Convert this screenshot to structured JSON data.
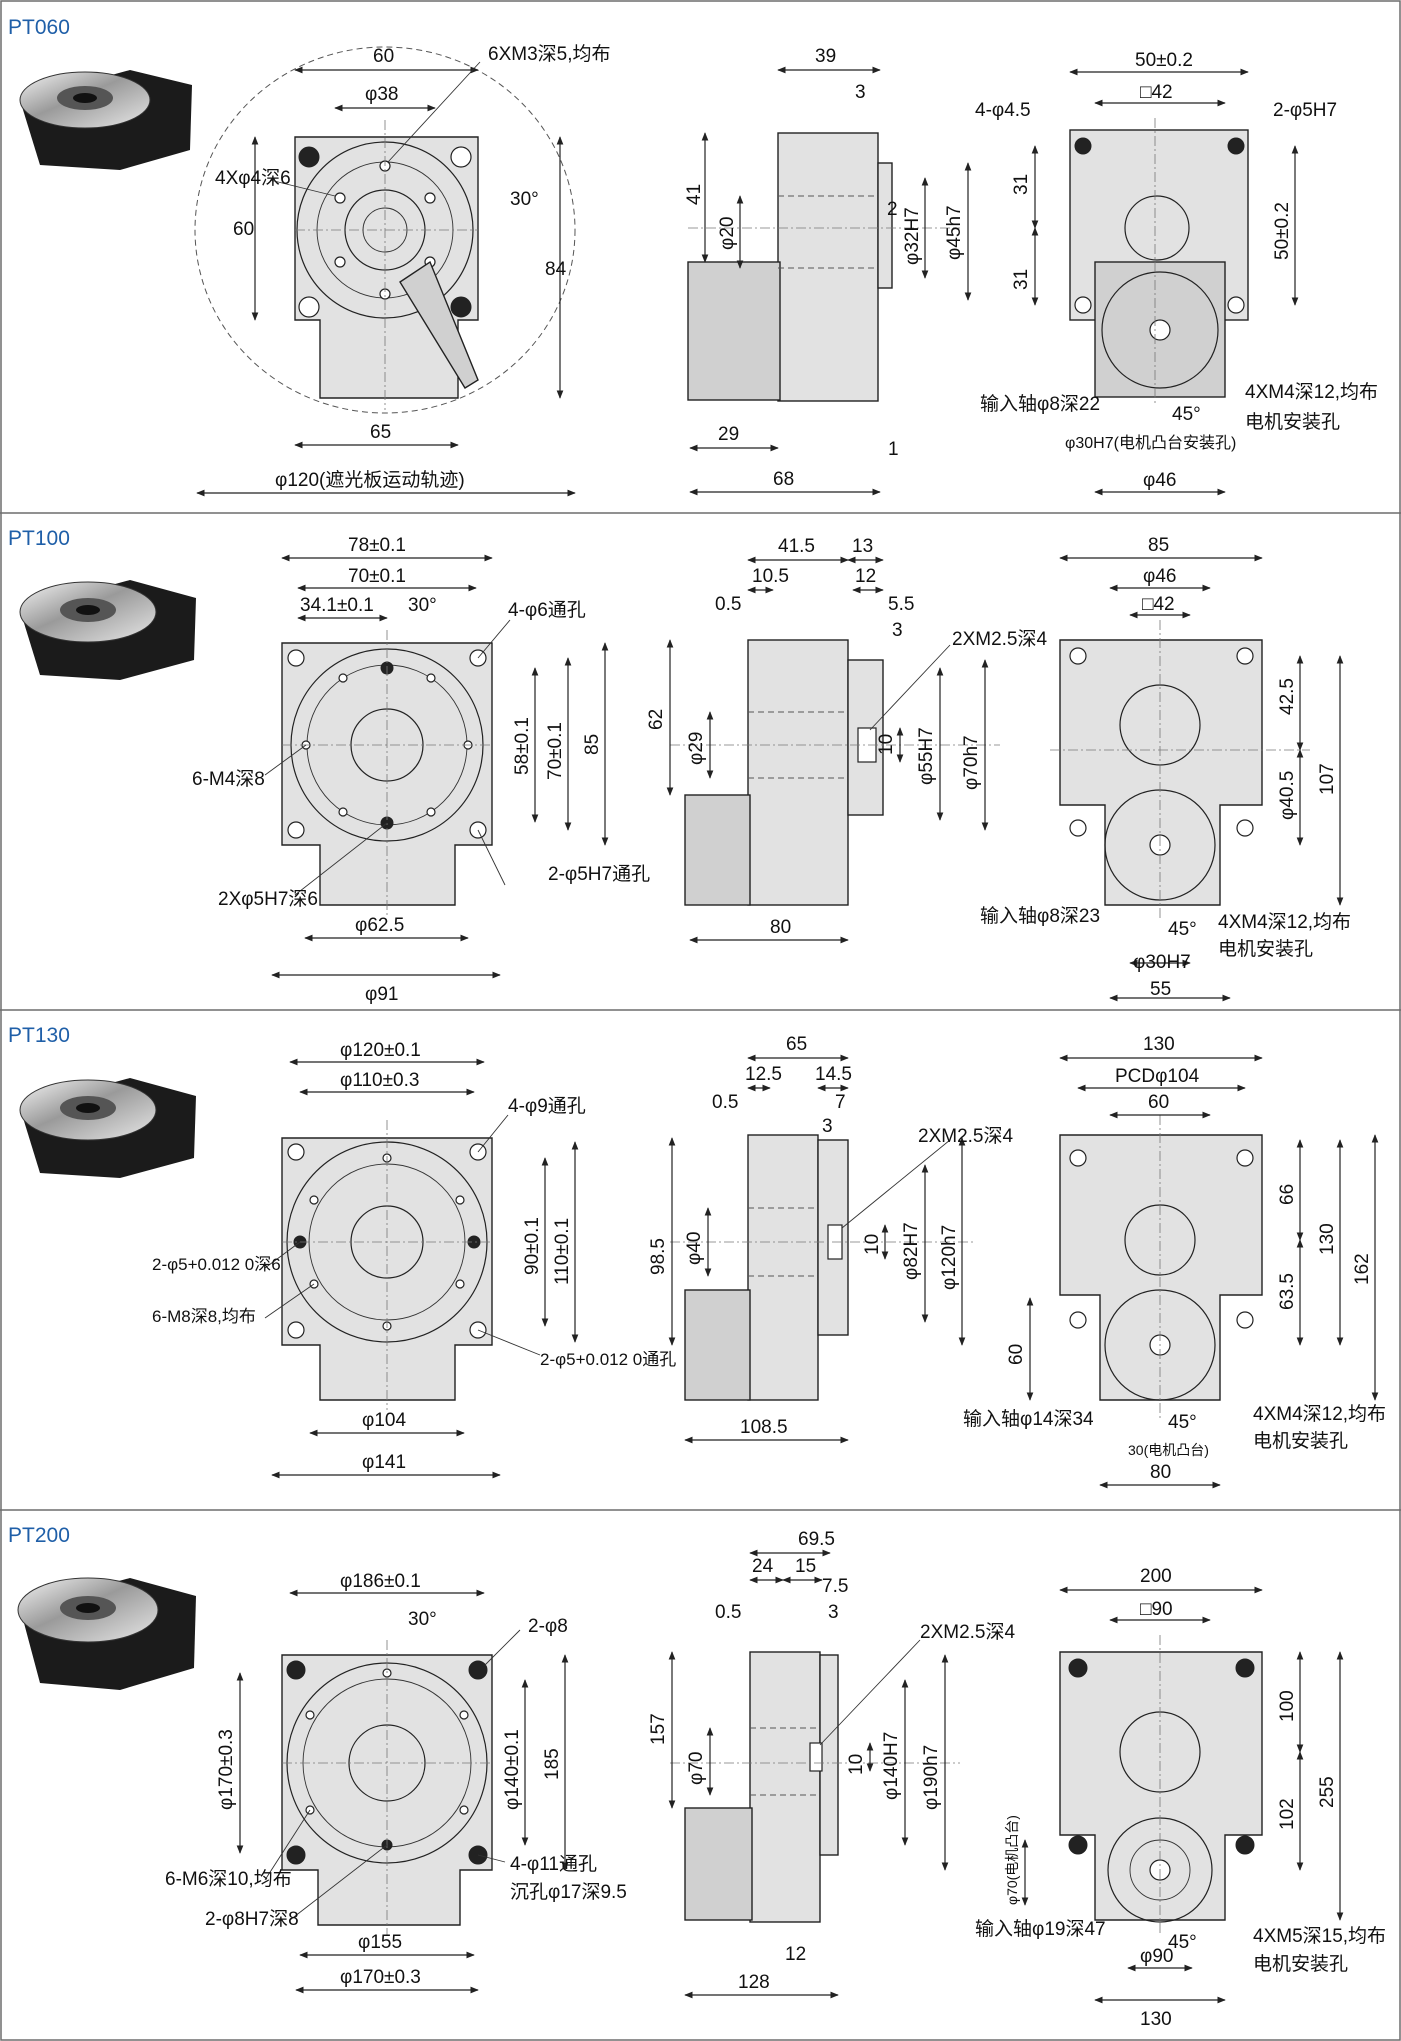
{
  "colors": {
    "title": "#1f5fa8",
    "part": "#e2e2e2",
    "line": "#222222",
    "separator": "#6d6d6d"
  },
  "sections": [
    {
      "title": "PT060",
      "front": {
        "labels": [
          "60",
          "φ38",
          "6XM3深5,均布",
          "4Xφ4深6",
          "30°",
          "60",
          "84",
          "65",
          "φ120(遮光板运动轨迹)"
        ]
      },
      "side": {
        "labels": [
          "39",
          "3",
          "41",
          "φ20",
          "2",
          "φ32H7",
          "φ45h7",
          "29",
          "1",
          "68"
        ]
      },
      "back": {
        "labels": [
          "50±0.2",
          "□42",
          "4-φ4.5",
          "2-φ5H7",
          "31",
          "31",
          "50±0.2",
          "输入轴φ8深22",
          "4XM4深12,均布",
          "电机安装孔",
          "45°",
          "φ30H7(电机凸台安装孔)",
          "φ46"
        ]
      }
    },
    {
      "title": "PT100",
      "front": {
        "labels": [
          "78±0.1",
          "70±0.1",
          "34.1±0.1",
          "30°",
          "4-φ6通孔",
          "6-M4深8",
          "58±0.1",
          "70±0.1",
          "85",
          "2-φ5H7通孔",
          "2Xφ5H7深6",
          "φ62.5",
          "φ91"
        ]
      },
      "side": {
        "labels": [
          "41.5",
          "13",
          "10.5",
          "12",
          "0.5",
          "5.5",
          "3",
          "2XM2.5深4",
          "62",
          "φ29",
          "10",
          "φ55H7",
          "φ70h7",
          "80"
        ]
      },
      "back": {
        "labels": [
          "85",
          "φ46",
          "□42",
          "42.5",
          "φ40.5",
          "107",
          "输入轴φ8深23",
          "4XM4深12,均布",
          "电机安装孔",
          "45°",
          "φ30H7",
          "55"
        ]
      }
    },
    {
      "title": "PT130",
      "front": {
        "labels": [
          "φ120±0.1",
          "φ110±0.3",
          "4-φ9通孔",
          "2-φ5+0.012 0深6",
          "6-M8深8,均布",
          "90±0.1",
          "110±0.1",
          "2-φ5+0.012 0通孔",
          "φ104",
          "φ141"
        ]
      },
      "side": {
        "labels": [
          "65",
          "12.5",
          "14.5",
          "0.5",
          "7",
          "3",
          "2XM2.5深4",
          "98.5",
          "φ40",
          "10",
          "φ82H7",
          "φ120h7",
          "108.5"
        ]
      },
      "back": {
        "labels": [
          "130",
          "PCDφ104",
          "60",
          "66",
          "63.5",
          "130",
          "162",
          "60",
          "输入轴φ14深34",
          "45°",
          "4XM4深12,均布",
          "电机安装孔",
          "30(电机凸台)",
          "80"
        ]
      }
    },
    {
      "title": "PT200",
      "front": {
        "labels": [
          "φ186±0.1",
          "30°",
          "2-φ8",
          "φ170±0.3",
          "φ140±0.1",
          "185",
          "6-M6深10,均布",
          "4-φ11通孔",
          "沉孔φ17深9.5",
          "2-φ8H7深8",
          "φ155",
          "φ170±0.3"
        ]
      },
      "side": {
        "labels": [
          "69.5",
          "24",
          "15",
          "0.5",
          "7.5",
          "3",
          "2XM2.5深4",
          "157",
          "φ70",
          "10",
          "φ140H7",
          "φ190h7",
          "12",
          "128"
        ]
      },
      "back": {
        "labels": [
          "200",
          "□90",
          "100",
          "102",
          "255",
          "φ70(电机凸台)",
          "输入轴φ19深47",
          "45°",
          "4XM5深15,均布",
          "电机安装孔",
          "φ90",
          "130"
        ]
      }
    }
  ]
}
